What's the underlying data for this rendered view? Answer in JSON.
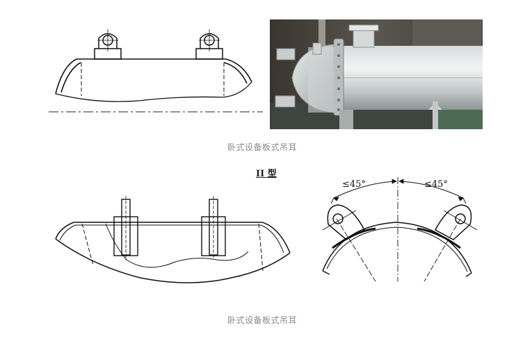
{
  "figure1": {
    "caption": "卧式设备板式吊耳"
  },
  "figure2": {
    "type_label": "II 型",
    "angle_left": "≤45°",
    "angle_right": "≤45°",
    "caption": "卧式设备板式吊耳"
  }
}
